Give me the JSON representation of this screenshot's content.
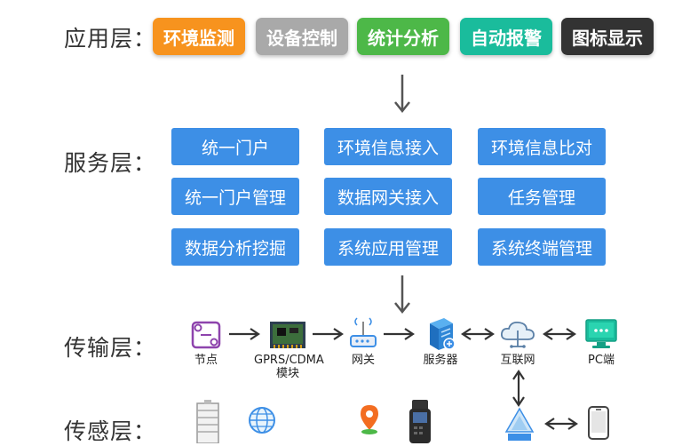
{
  "layers": {
    "application": "应用层：",
    "service": "服务层：",
    "transport": "传输层：",
    "sensing": "传感层："
  },
  "application_items": [
    {
      "label": "环境监测",
      "color": "#f7931e"
    },
    {
      "label": "设备控制",
      "color": "#a9a9a9"
    },
    {
      "label": "统计分析",
      "color": "#4db848"
    },
    {
      "label": "自动报警",
      "color": "#1abc9c"
    },
    {
      "label": "图标显示",
      "color": "#333333"
    }
  ],
  "service_items": [
    "统一门户",
    "环境信息接入",
    "环境信息比对",
    "统一门户管理",
    "数据网关接入",
    "任务管理",
    "数据分析挖掘",
    "系统应用管理",
    "系统终端管理"
  ],
  "transport_nodes": [
    {
      "label": "节点",
      "icon": "node-icon"
    },
    {
      "label": "GPRS/CDMA\n模块",
      "icon": "gprs-module-icon"
    },
    {
      "label": "网关",
      "icon": "gateway-router-icon"
    },
    {
      "label": "服务器",
      "icon": "server-icon"
    },
    {
      "label": "互联网",
      "icon": "internet-cloud-icon"
    },
    {
      "label": "PC端",
      "icon": "pc-monitor-icon"
    }
  ],
  "sensing_icons": [
    "weather-shelter-icon",
    "globe-icon",
    "location-pin-icon",
    "handheld-scanner-icon",
    "network-tower-icon",
    "mobile-phone-icon"
  ],
  "colors": {
    "service_blue": "#3d8fe6",
    "arrow_gray": "#555555"
  }
}
